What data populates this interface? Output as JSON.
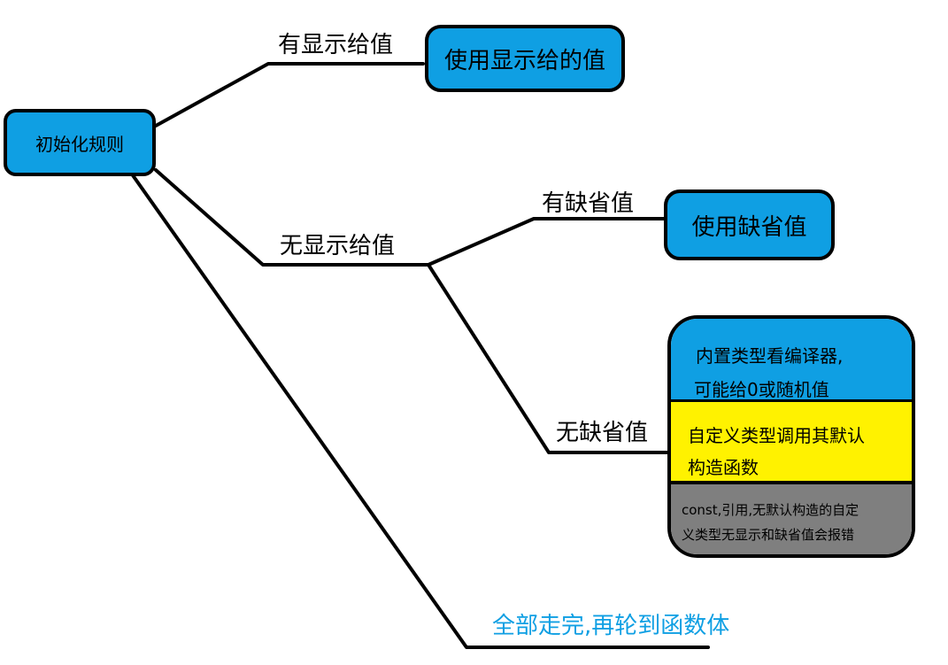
{
  "diagram": {
    "root": {
      "label": "初始化规则"
    },
    "branches": {
      "explicit": {
        "edge_label": "有显示给值",
        "result": "使用显示给的值"
      },
      "no_explicit": {
        "edge_label": "无显示给值",
        "with_default": {
          "edge_label": "有缺省值",
          "result": "使用缺省值"
        },
        "without_default": {
          "edge_label": "无缺省值",
          "results": [
            {
              "lines": [
                "内置类型看编译器,",
                "可能给0或随机值"
              ],
              "color": "#0f9fe3"
            },
            {
              "lines": [
                "自定义类型调用其默认",
                "构造函数"
              ],
              "color": "#fff200"
            },
            {
              "lines": [
                "const,引用,无默认构造的自定",
                "义类型无显示和缺省值会报错"
              ],
              "color": "#7f7f7f"
            }
          ]
        }
      },
      "final": {
        "label": "全部走完,再轮到函数体",
        "color": "#0f9fe3"
      }
    }
  }
}
